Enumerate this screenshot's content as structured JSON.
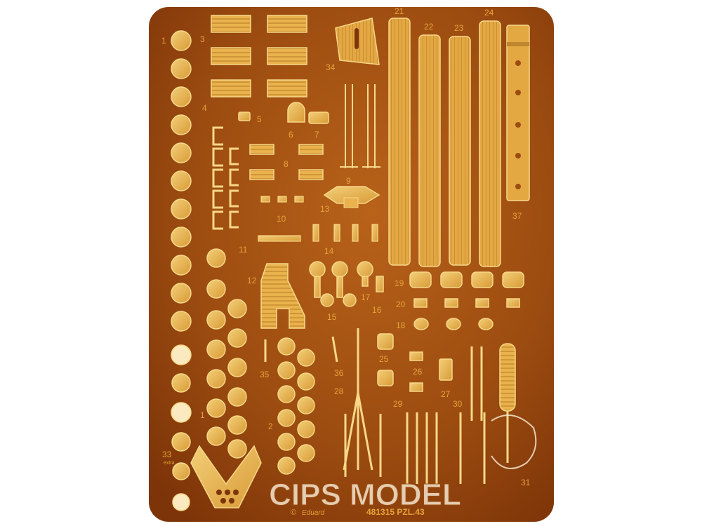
{
  "colors": {
    "fret_light": "#b8621a",
    "fret_dark": "#7d3408",
    "part_fill": "#e9b24c",
    "part_stroke": "#f7d889",
    "label": "#e6a33a",
    "watermark": "#f4e6cf"
  },
  "part_numbers": [
    "1",
    "3",
    "4",
    "5",
    "6",
    "7",
    "8",
    "9",
    "10",
    "11",
    "12",
    "13",
    "14",
    "15",
    "16",
    "17",
    "19",
    "20",
    "18",
    "21",
    "22",
    "23",
    "24",
    "25",
    "26",
    "27",
    "28",
    "29",
    "30",
    "31",
    "33",
    "34",
    "35",
    "36",
    "37",
    "1",
    "2"
  ],
  "extra_label": "extra",
  "fret_code": "481315 PZL.43",
  "brand_small": "Eduard",
  "copyright": "©",
  "watermark_text": "CIPS MODEL"
}
